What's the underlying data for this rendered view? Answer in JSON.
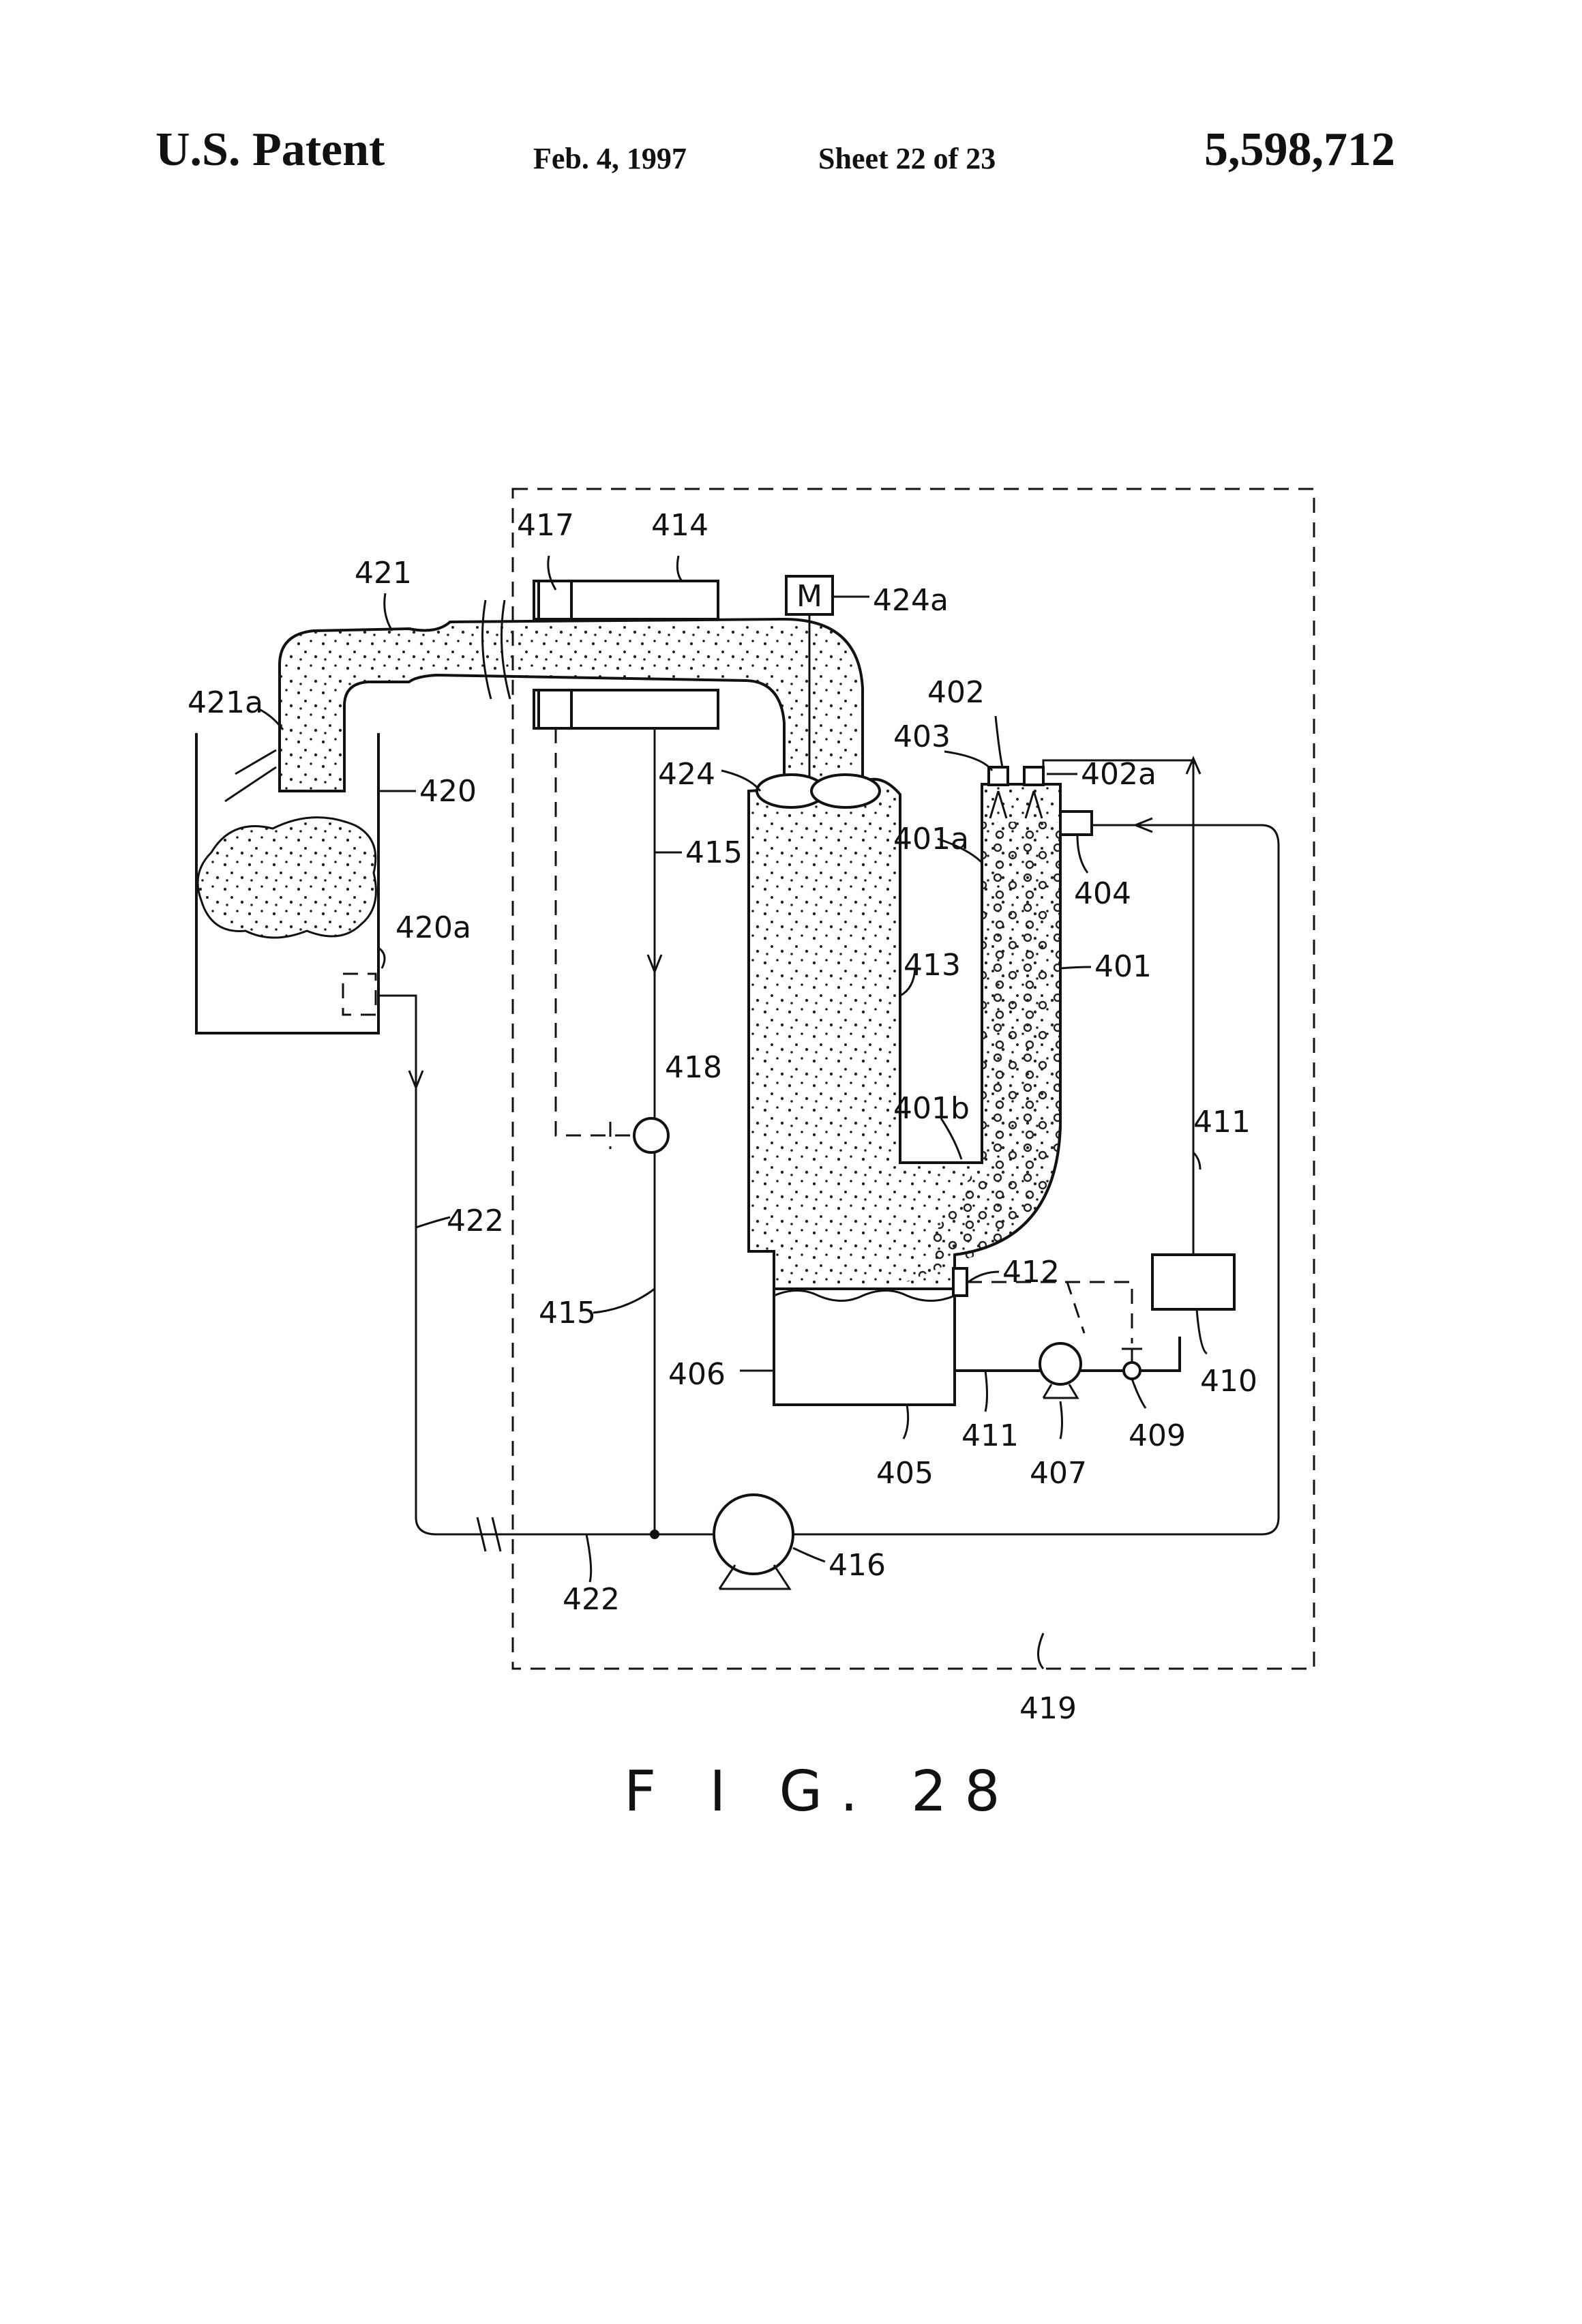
{
  "header": {
    "left": "U.S. Patent",
    "date": "Feb. 4, 1997",
    "sheet": "Sheet 22 of 23",
    "number": "5,598,712"
  },
  "figure": {
    "caption": "F I G. 28",
    "motor_label": "M"
  },
  "labels": {
    "l417": "417",
    "l414": "414",
    "l421": "421",
    "l424a": "424a",
    "l421a": "421a",
    "l420": "420",
    "l402": "402",
    "l403": "403",
    "l402a": "402a",
    "l424": "424",
    "l415a": "415",
    "l401a": "401a",
    "l404": "404",
    "l420a": "420a",
    "l413": "413",
    "l401": "401",
    "l418": "418",
    "l401b": "401b",
    "l411a": "411",
    "l422a": "422",
    "l412": "412",
    "l415b": "415",
    "l410": "410",
    "l406": "406",
    "l411b": "411",
    "l409": "409",
    "l405": "405",
    "l407": "407",
    "l416": "416",
    "l422b": "422",
    "l419": "419"
  }
}
